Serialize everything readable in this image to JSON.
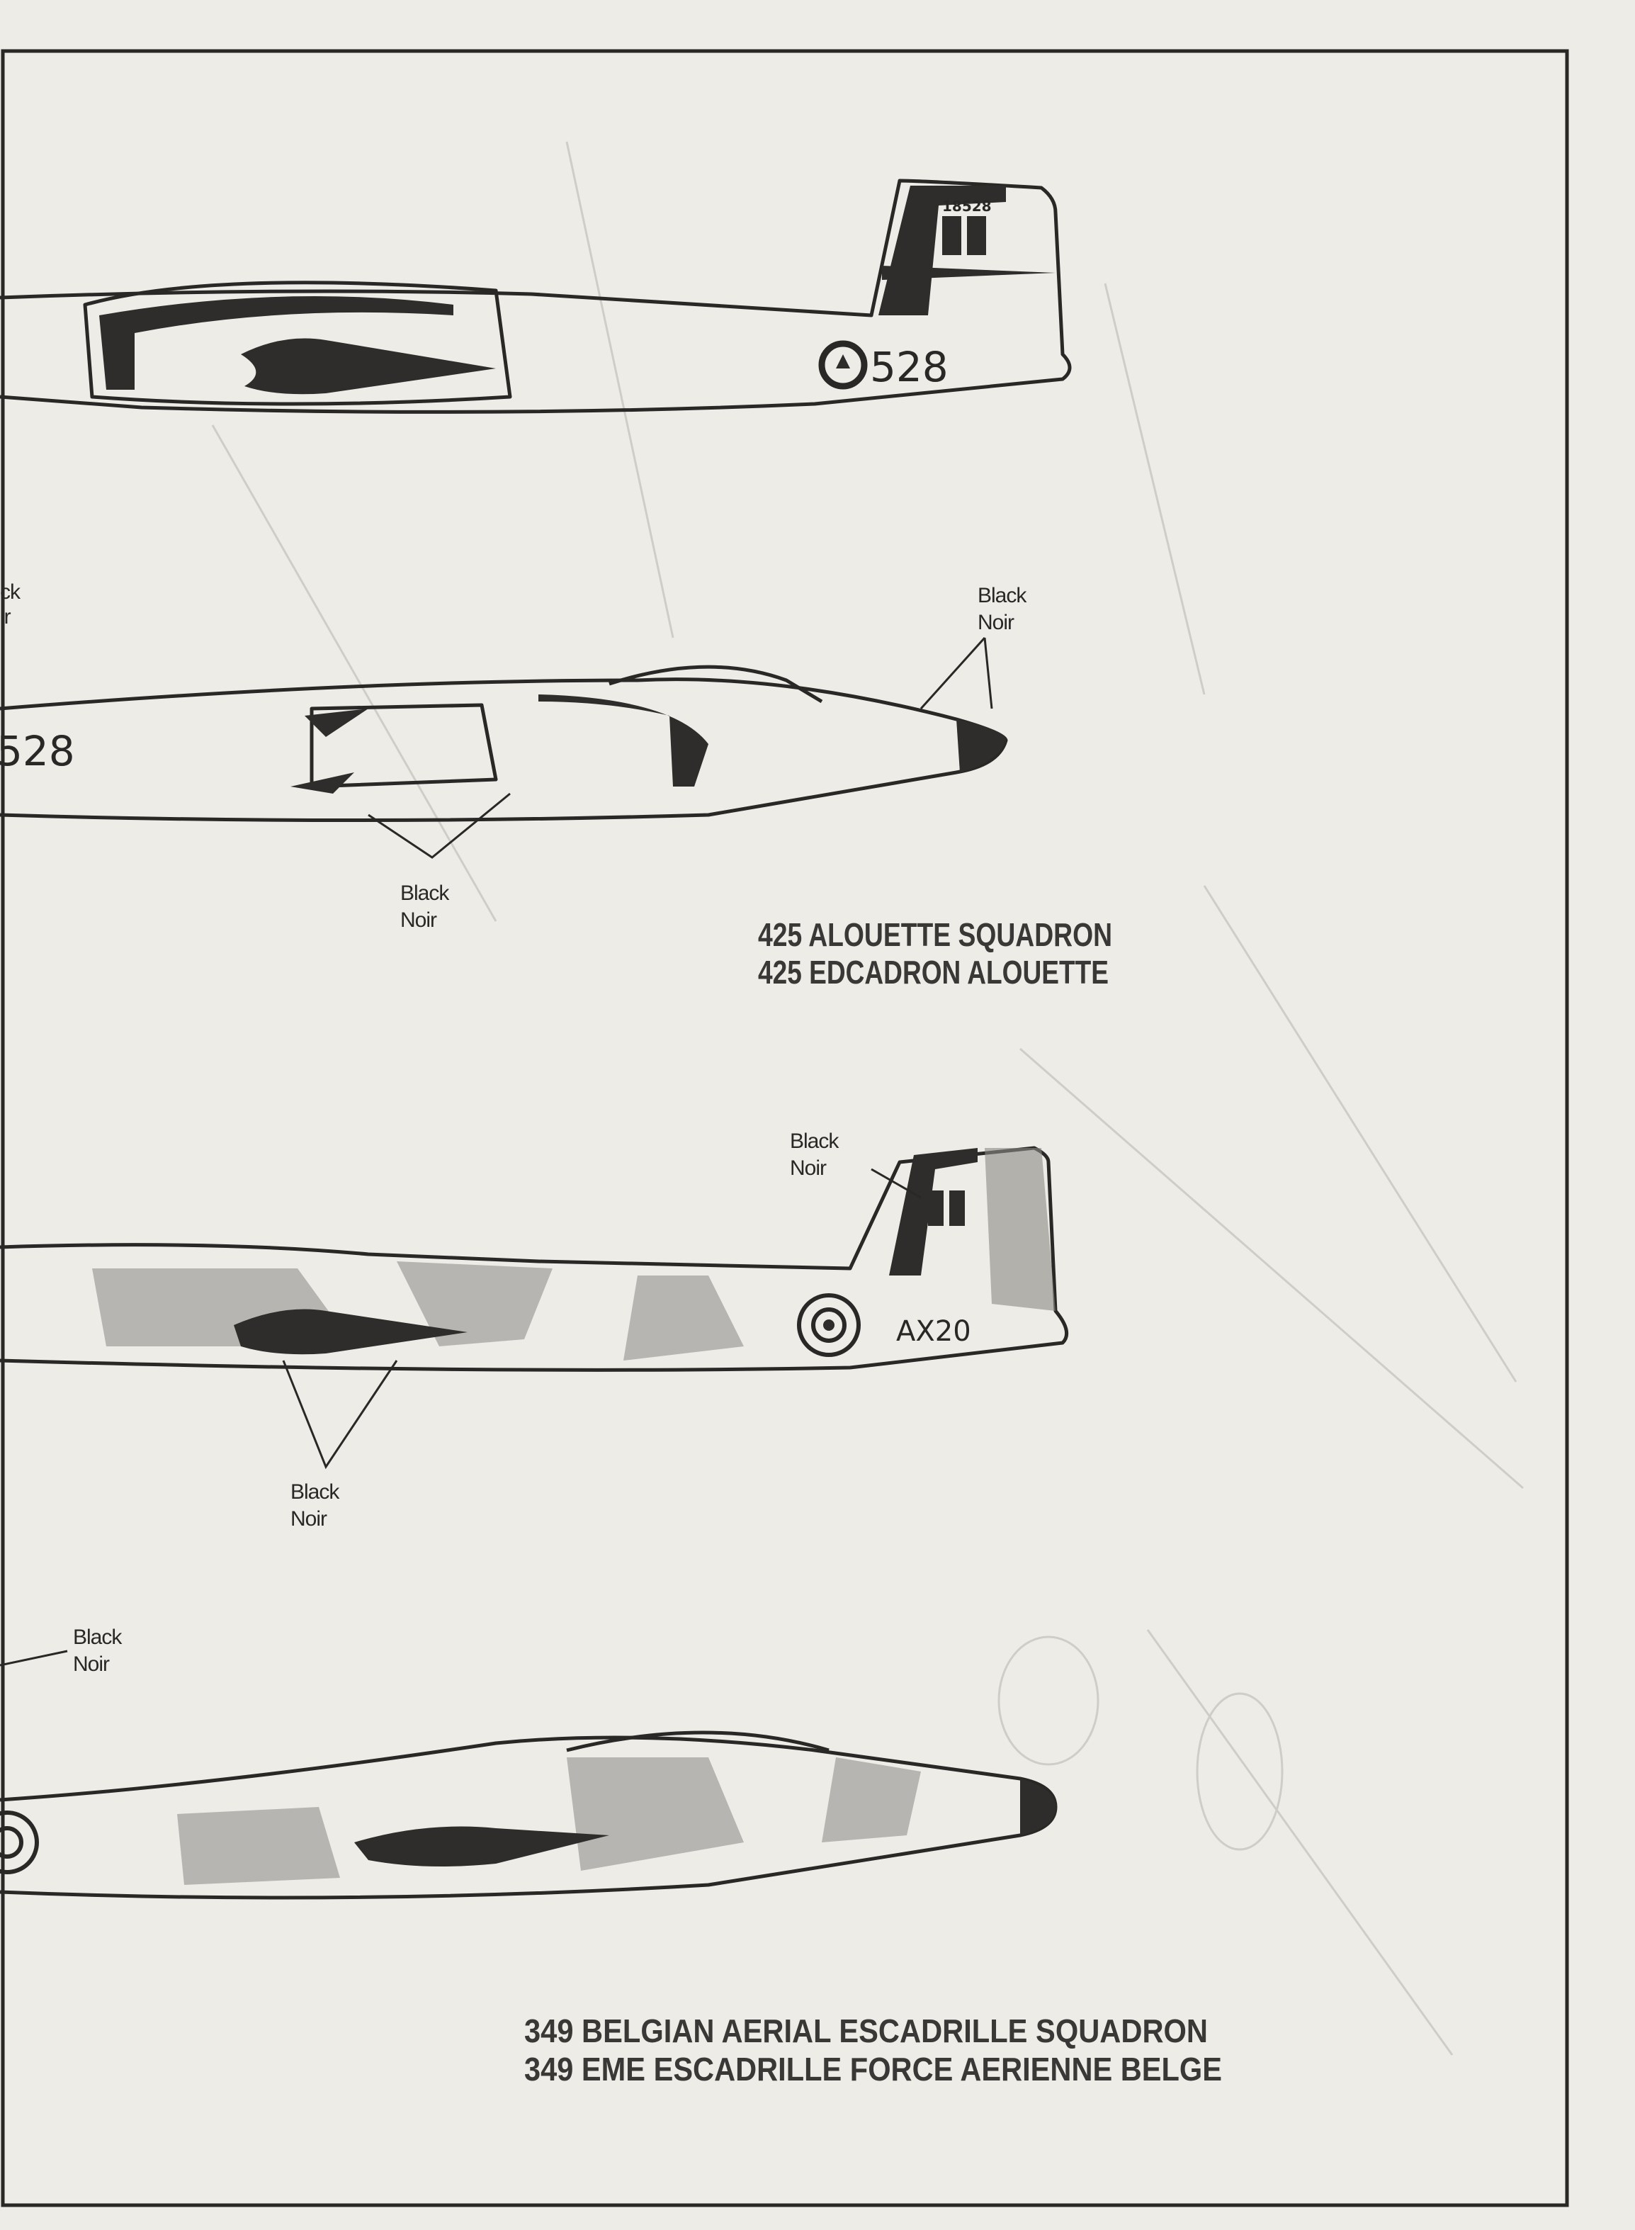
{
  "labels": {
    "black": "Black",
    "noir": "Noir",
    "cut_black": "ck",
    "cut_noir": "ir"
  },
  "aircraft1": {
    "tail_serial": "18528",
    "fuselage_code": "528"
  },
  "aircraft2": {
    "fuselage_code": "528"
  },
  "aircraft3": {
    "fuselage_code": "AX20"
  },
  "squadron_425": {
    "line1": "425 ALOUETTE SQUADRON",
    "line2": "425 EDCADRON ALOUETTE"
  },
  "squadron_349": {
    "line1": "349 BELGIAN AERIAL ESCADRILLE SQUADRON",
    "line2": "349 EME ESCADRILLE FORCE AERIENNE BELGE"
  },
  "colors": {
    "paper": "#edece7",
    "ink": "#2a2826"
  }
}
